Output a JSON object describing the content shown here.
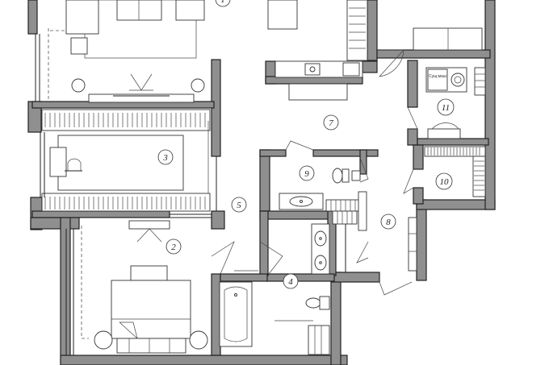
{
  "plan": {
    "rooms": [
      {
        "id": "room-1",
        "label": "1"
      },
      {
        "id": "room-2",
        "label": "2"
      },
      {
        "id": "room-3",
        "label": "3"
      },
      {
        "id": "room-4",
        "label": "4"
      },
      {
        "id": "room-5",
        "label": "5"
      },
      {
        "id": "room-7",
        "label": "7"
      },
      {
        "id": "room-8",
        "label": "8"
      },
      {
        "id": "room-9",
        "label": "9"
      },
      {
        "id": "room-10",
        "label": "10"
      },
      {
        "id": "room-11",
        "label": "11"
      }
    ],
    "appliance_text": "Сущ.маш"
  }
}
